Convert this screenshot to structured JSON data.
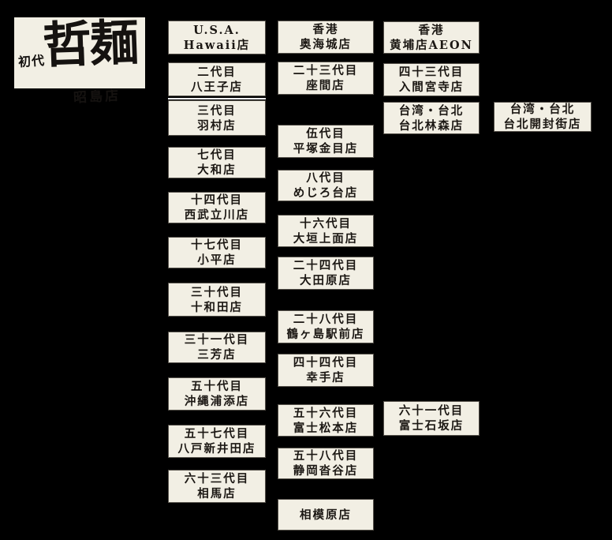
{
  "logo": {
    "prefix": "初代",
    "brand": "哲麺",
    "branch": "昭島店"
  },
  "colors": {
    "background": "#000000",
    "box_fill": "#f2efe4",
    "box_border": "#55514a",
    "text": "#1b1713",
    "highlight_line": "#ffffff"
  },
  "columns": [
    {
      "stores": [
        {
          "lines": [
            "U.S.A.",
            "Hawaii店"
          ]
        },
        {
          "lines": [
            "二代目",
            "八王子店"
          ]
        },
        {
          "lines": [
            "三代目",
            "羽村店"
          ]
        },
        {
          "lines": [
            "七代目",
            "大和店"
          ]
        },
        {
          "lines": [
            "十四代目",
            "西武立川店"
          ]
        },
        {
          "lines": [
            "十七代目",
            "小平店"
          ]
        },
        {
          "lines": [
            "三十代目",
            "十和田店"
          ]
        },
        {
          "lines": [
            "三十一代目",
            "三芳店"
          ]
        },
        {
          "lines": [
            "五十代目",
            "沖縄浦添店"
          ]
        },
        {
          "lines": [
            "五十七代目",
            "八戸新井田店"
          ]
        },
        {
          "lines": [
            "六十三代目",
            "相馬店"
          ]
        }
      ]
    },
    {
      "stores": [
        {
          "lines": [
            "香港",
            "奥海城店"
          ]
        },
        {
          "lines": [
            "二十三代目",
            "座間店"
          ]
        },
        {
          "lines": [
            "伍代目",
            "平塚金目店"
          ]
        },
        {
          "lines": [
            "八代目",
            "めじろ台店"
          ]
        },
        {
          "lines": [
            "十六代目",
            "大垣上面店"
          ]
        },
        {
          "lines": [
            "二十四代目",
            "大田原店"
          ]
        },
        {
          "lines": [
            "二十八代目",
            "鶴ヶ島駅前店"
          ]
        },
        {
          "lines": [
            "四十四代目",
            "幸手店"
          ]
        },
        {
          "lines": [
            "五十六代目",
            "富士松本店"
          ]
        },
        {
          "lines": [
            "五十八代目",
            "静岡沓谷店"
          ]
        },
        {
          "lines": [
            "相模原店"
          ]
        }
      ]
    },
    {
      "stores": [
        {
          "lines": [
            "香港",
            "黄埔店AEON"
          ]
        },
        {
          "lines": [
            "四十三代目",
            "入間宮寺店"
          ]
        },
        {
          "lines": [
            "台湾・台北",
            "台北林森店"
          ]
        },
        {
          "lines": [
            "六十一代目",
            "富士石坂店"
          ]
        }
      ]
    },
    {
      "stores": [
        {
          "lines": [
            "台湾・台北",
            "台北開封街店"
          ]
        }
      ]
    }
  ]
}
